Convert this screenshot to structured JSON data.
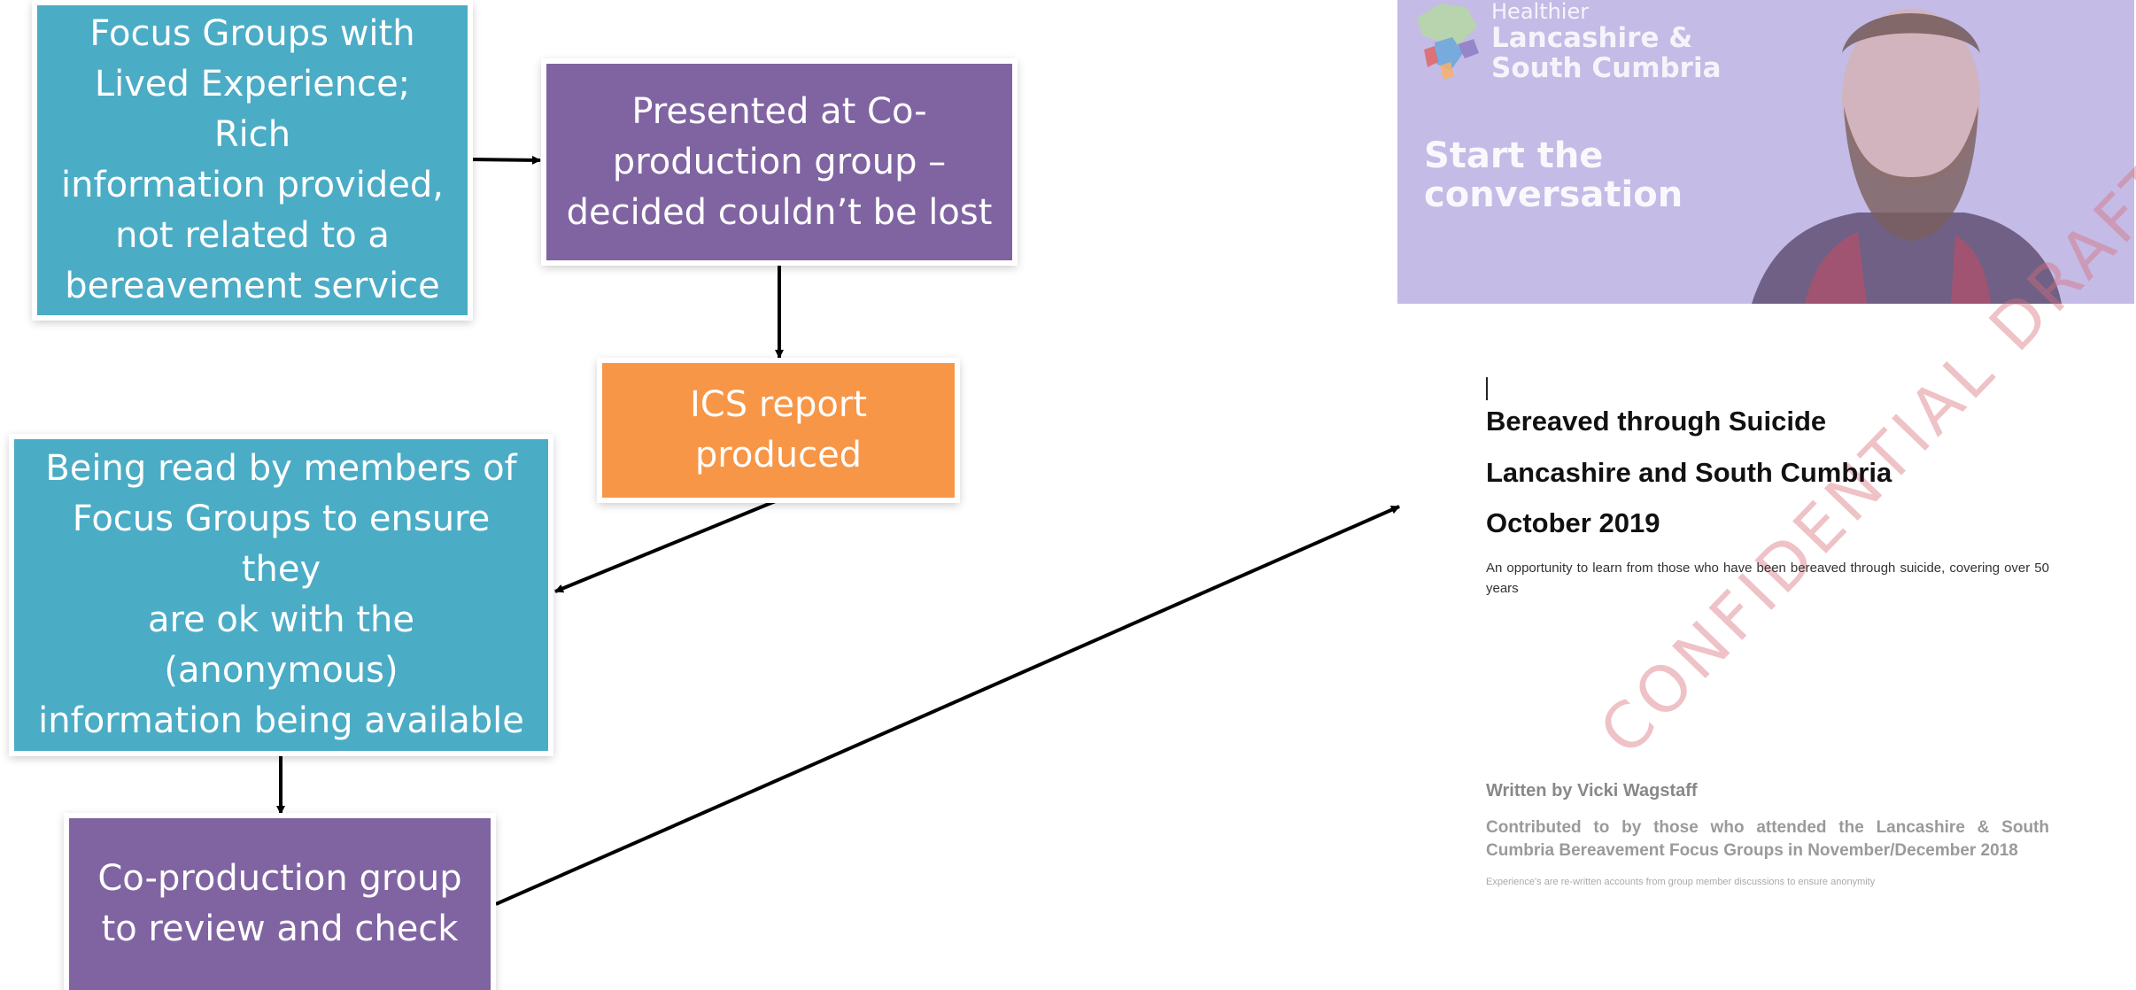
{
  "flow_boxes": {
    "focus_groups": "Focus Groups with\nLived Experience; Rich\ninformation provided,\nnot related to a\nbereavement service",
    "presented": "Presented at Co-\nproduction group –\ndecided couldn’t be lost",
    "ics_report": "ICS report\nproduced",
    "being_read": "Being read by members of\nFocus Groups to ensure they\nare ok with the (anonymous)\ninformation being available",
    "coproduction_review": "Co-production group\nto review and check"
  },
  "colors": {
    "teal": "#4bacc6",
    "purple": "#8064a2",
    "orange": "#f79646",
    "photo_overlay": "#c4bbe6"
  },
  "promo_image": {
    "logo_small": "Healthier",
    "logo_big": "Lancashire &\nSouth Cumbria",
    "tagline": "Start the\nconversation"
  },
  "report_cover": {
    "title_line1": "Bereaved through Suicide",
    "title_line2": "Lancashire and South Cumbria",
    "date": "October 2019",
    "summary": "An opportunity to learn from those who have been bereaved through suicide, covering over 50 years",
    "author": "Written by Vicki Wagstaff",
    "contributors": "Contributed to by those who attended the Lancashire & South Cumbria Bereavement Focus Groups in November/December 2018",
    "footnote": "Experience's are re-written accounts from group member discussions to ensure anonymity",
    "watermark": "CONFIDENTIAL DRAFT"
  }
}
